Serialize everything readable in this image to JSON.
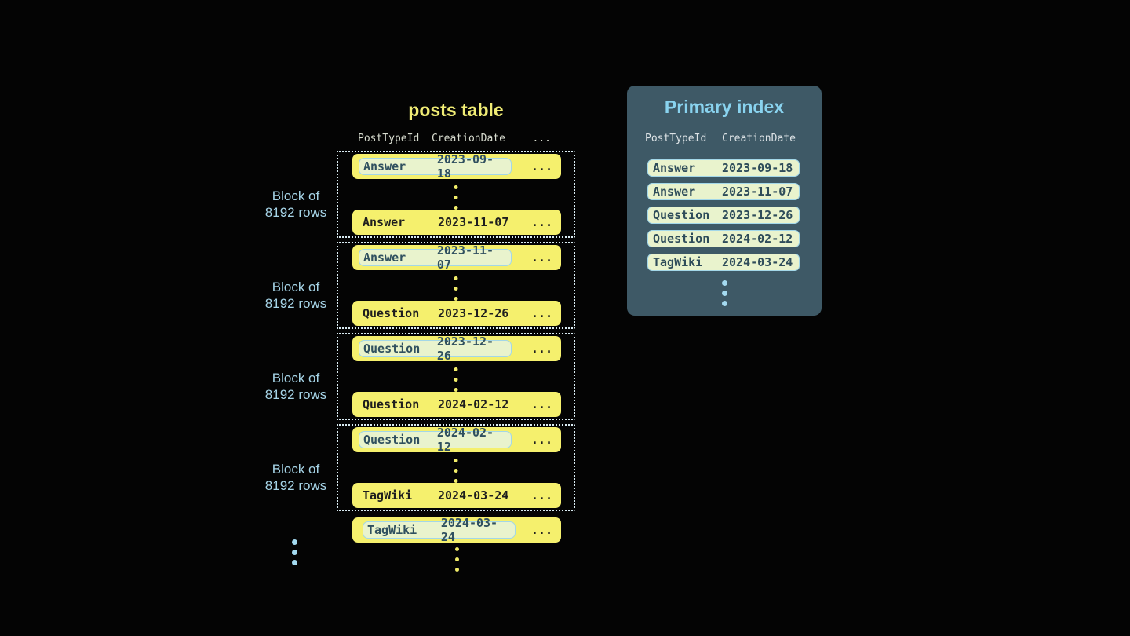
{
  "posts_table": {
    "title": "posts table",
    "headers": {
      "col1": "PostTypeId",
      "col2": "CreationDate",
      "more": "..."
    },
    "block_label_line1": "Block of",
    "block_label_line2": "8192 rows",
    "ellipsis": "...",
    "blocks": [
      {
        "first": {
          "type": "Answer",
          "date": "2023-09-18"
        },
        "last": {
          "type": "Answer",
          "date": "2023-11-07"
        }
      },
      {
        "first": {
          "type": "Answer",
          "date": "2023-11-07"
        },
        "last": {
          "type": "Question",
          "date": "2023-12-26"
        }
      },
      {
        "first": {
          "type": "Question",
          "date": "2023-12-26"
        },
        "last": {
          "type": "Question",
          "date": "2024-02-12"
        }
      },
      {
        "first": {
          "type": "Question",
          "date": "2024-02-12"
        },
        "last": {
          "type": "TagWiki",
          "date": "2024-03-24"
        }
      }
    ],
    "trailing_row": {
      "type": "TagWiki",
      "date": "2024-03-24"
    }
  },
  "primary_index": {
    "title": "Primary index",
    "headers": {
      "col1": "PostTypeId",
      "col2": "CreationDate"
    },
    "rows": [
      {
        "type": "Answer",
        "date": "2023-09-18"
      },
      {
        "type": "Answer",
        "date": "2023-11-07"
      },
      {
        "type": "Question",
        "date": "2023-12-26"
      },
      {
        "type": "Question",
        "date": "2024-02-12"
      },
      {
        "type": "TagWiki",
        "date": "2024-03-24"
      }
    ]
  },
  "colors": {
    "background": "#040404",
    "row_yellow": "#f5f06d",
    "row_text": "#1e1e1e",
    "highlight_fill": "#e9f3cd",
    "highlight_border": "#a3d7e8",
    "highlight_text": "#30505f",
    "block_border": "#d9ebf2",
    "posts_title": "#f0ec75",
    "header_text": "#d9ddd0",
    "block_label": "#a6d4e7",
    "yellow_dot": "#f2ed69",
    "blue_dot": "#a4daf0",
    "panel_bg": "#3e5966",
    "panel_title": "#89d3ef"
  }
}
